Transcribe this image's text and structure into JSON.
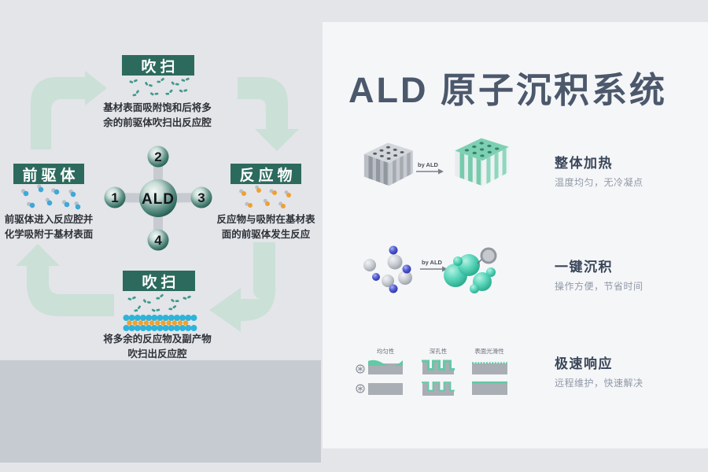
{
  "page": {
    "title": "ALD 原子沉积系统"
  },
  "cycle": {
    "top": {
      "label": "吹扫",
      "desc": "基材表面吸附饱和后将多余的前驱体吹扫出反应腔"
    },
    "left": {
      "label": "前驱体",
      "desc": "前驱体进入反应腔并化学吸附于基材表面"
    },
    "right": {
      "label": "反应物",
      "desc": "反应物与吸附在基材表面的前驱体发生反应"
    },
    "bottom": {
      "label": "吹扫",
      "desc": "将多余的反应物及副产物吹扫出反应腔"
    },
    "hub": {
      "label": "ALD",
      "nodes": [
        "1",
        "2",
        "3",
        "4"
      ]
    }
  },
  "features": [
    {
      "heading": "整体加热",
      "subtitle": "温度均匀，无冷凝点",
      "arrow_label": "by ALD"
    },
    {
      "heading": "一键沉积",
      "subtitle": "操作方便，节省时间",
      "arrow_label": "by ALD"
    },
    {
      "heading": "极速响应",
      "subtitle": "远程维护，快速解决",
      "columns": [
        "均匀性",
        "深孔性",
        "表面光滑性"
      ]
    }
  ],
  "colors": {
    "label_teal": "#2d6a5e",
    "mint_arrow": "#cbe0d7",
    "title_slate": "#4c586b",
    "particle_blue": "#3fa8d8",
    "particle_orange": "#f0a030",
    "layer_cyan": "#2fb3d9",
    "feature_green": "#62c9a6",
    "panel_bg": "#f5f6f8",
    "page_bg": "#e3e5e9",
    "bottom_block_gray": "#c6cad1"
  }
}
